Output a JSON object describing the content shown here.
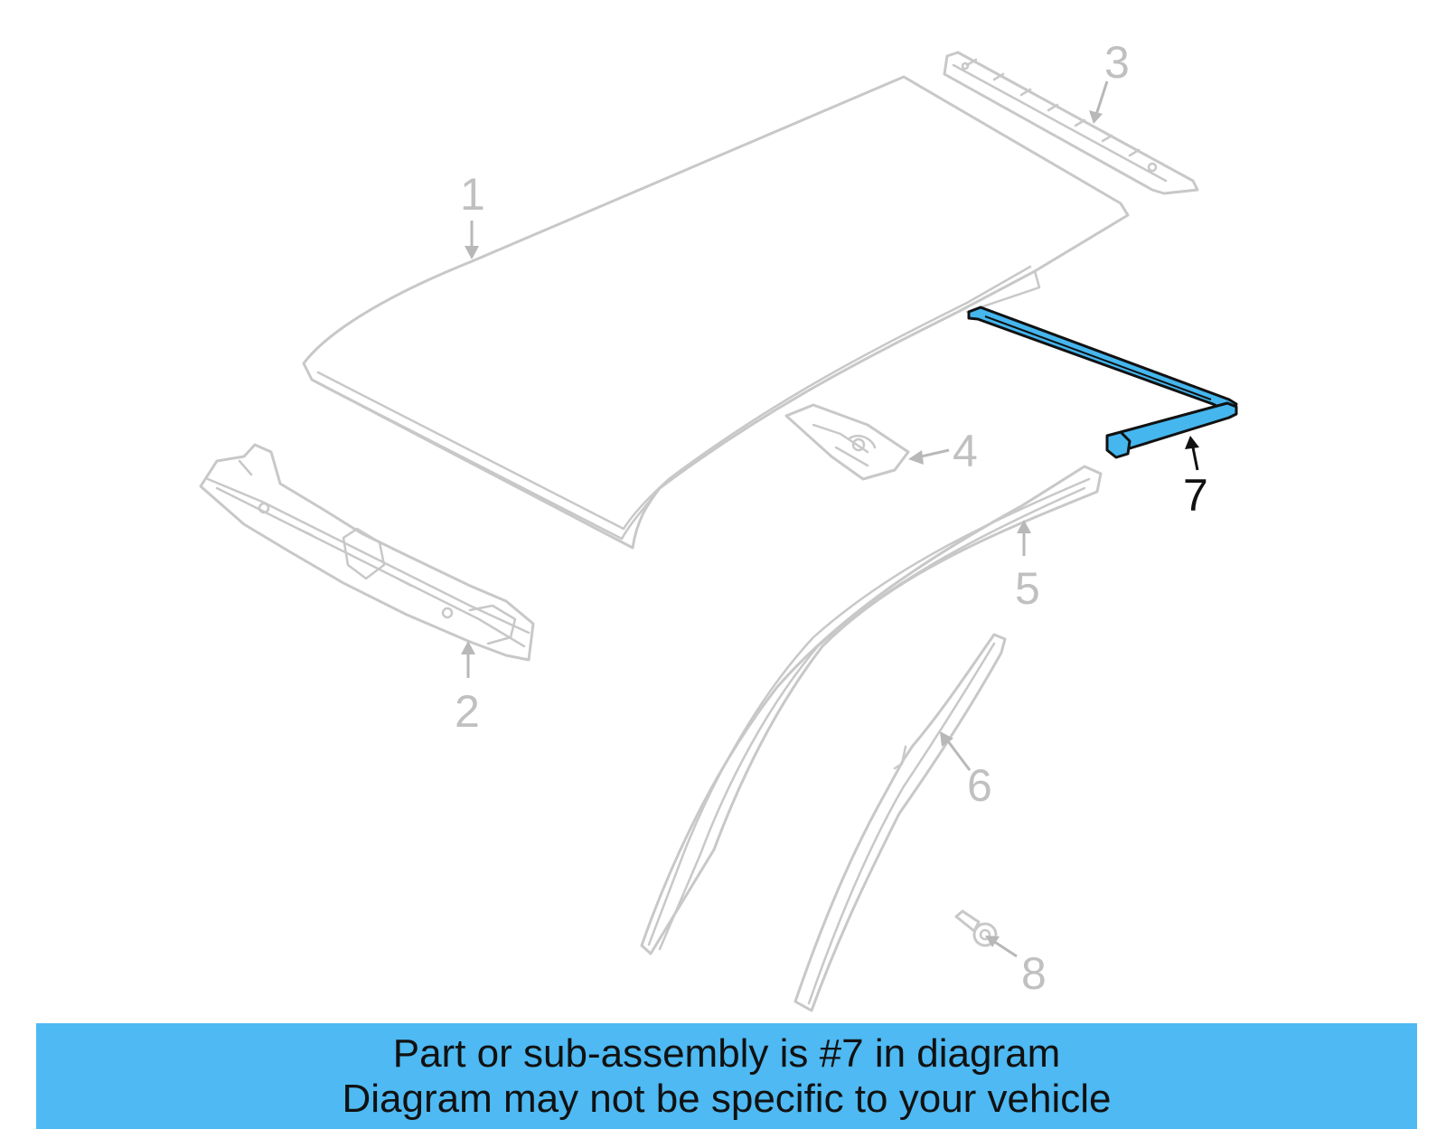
{
  "diagram": {
    "callouts": [
      {
        "id": "1",
        "label": "1"
      },
      {
        "id": "2",
        "label": "2"
      },
      {
        "id": "3",
        "label": "3"
      },
      {
        "id": "4",
        "label": "4"
      },
      {
        "id": "5",
        "label": "5"
      },
      {
        "id": "6",
        "label": "6"
      },
      {
        "id": "7",
        "label": "7"
      },
      {
        "id": "8",
        "label": "8"
      }
    ],
    "highlighted_part": "7",
    "colors": {
      "highlight_fill": "#45b6ee",
      "banner_bg": "#4eb9f2",
      "part_outline": "#c8c8c8"
    }
  },
  "banner": {
    "line1": "Part or sub-assembly is #7 in diagram",
    "line2": "Diagram may not be specific to your vehicle"
  }
}
